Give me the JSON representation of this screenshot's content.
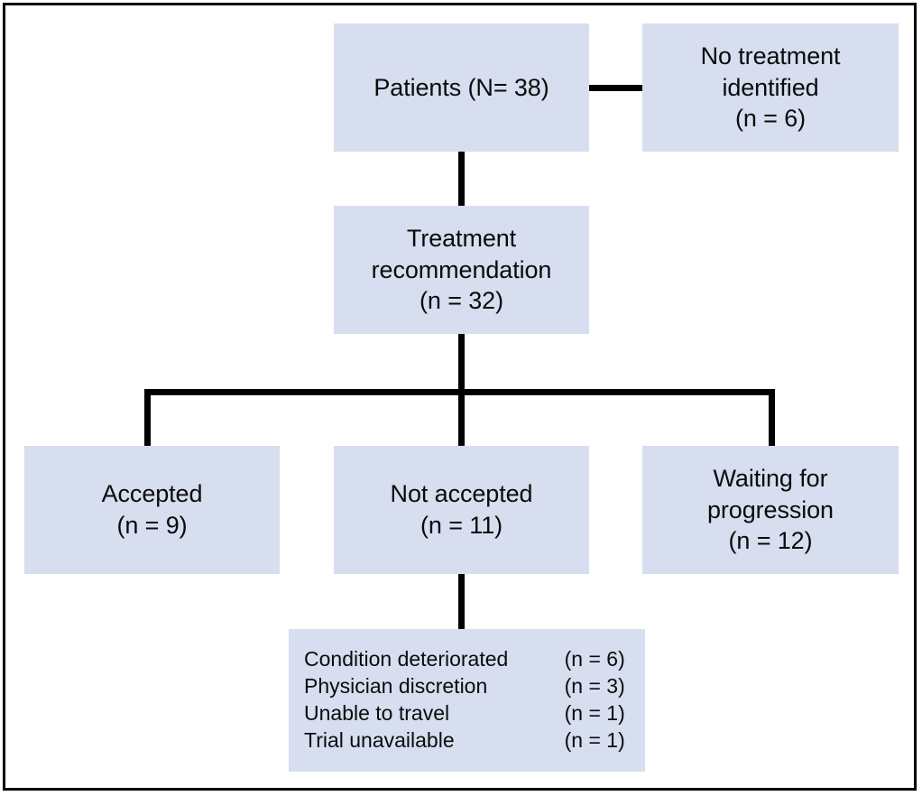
{
  "figure": {
    "type": "flowchart",
    "border_color": "#000000",
    "box_fill": "#d6deef",
    "connector_color": "#000000",
    "text_color": "#0b0b0b"
  },
  "nodes": {
    "patients": {
      "lines": [
        "Patients (N= 38)"
      ],
      "line1": "Patients (N= 38)"
    },
    "no_treatment": {
      "line1": "No treatment",
      "line2": "identified",
      "line3": "(n = 6)"
    },
    "treatment_recommendation": {
      "line1": "Treatment",
      "line2": "recommendation",
      "line3": "(n = 32)"
    },
    "accepted": {
      "line1": "Accepted",
      "line2": "(n = 9)"
    },
    "not_accepted": {
      "line1": "Not accepted",
      "line2": "(n = 11)"
    },
    "waiting": {
      "line1": "Waiting for",
      "line2": "progression",
      "line3": "(n = 12)"
    }
  },
  "reasons": {
    "rows": [
      {
        "label": "Condition deteriorated",
        "count": "(n = 6)"
      },
      {
        "label": "Physician discretion",
        "count": "(n = 3)"
      },
      {
        "label": "Unable to travel",
        "count": "(n = 1)"
      },
      {
        "label": "Trial unavailable",
        "count": "(n = 1)"
      }
    ]
  },
  "chart_data": {
    "type": "flowchart",
    "title": "",
    "nodes": [
      {
        "id": "patients",
        "label": "Patients (N= 38)",
        "n": 38
      },
      {
        "id": "no_treatment",
        "label": "No treatment identified (n = 6)",
        "n": 6
      },
      {
        "id": "treatment_recommendation",
        "label": "Treatment recommendation (n = 32)",
        "n": 32
      },
      {
        "id": "accepted",
        "label": "Accepted (n = 9)",
        "n": 9
      },
      {
        "id": "not_accepted",
        "label": "Not accepted (n = 11)",
        "n": 11
      },
      {
        "id": "waiting",
        "label": "Waiting for progression (n = 12)",
        "n": 12
      },
      {
        "id": "condition_deteriorated",
        "label": "Condition deteriorated (n = 6)",
        "n": 6
      },
      {
        "id": "physician_discretion",
        "label": "Physician discretion (n = 3)",
        "n": 3
      },
      {
        "id": "unable_to_travel",
        "label": "Unable to travel (n = 1)",
        "n": 1
      },
      {
        "id": "trial_unavailable",
        "label": "Trial unavailable (n = 1)",
        "n": 1
      }
    ],
    "edges": [
      {
        "from": "patients",
        "to": "no_treatment"
      },
      {
        "from": "patients",
        "to": "treatment_recommendation"
      },
      {
        "from": "treatment_recommendation",
        "to": "accepted"
      },
      {
        "from": "treatment_recommendation",
        "to": "not_accepted"
      },
      {
        "from": "treatment_recommendation",
        "to": "waiting"
      },
      {
        "from": "not_accepted",
        "to": "reasons"
      }
    ]
  }
}
